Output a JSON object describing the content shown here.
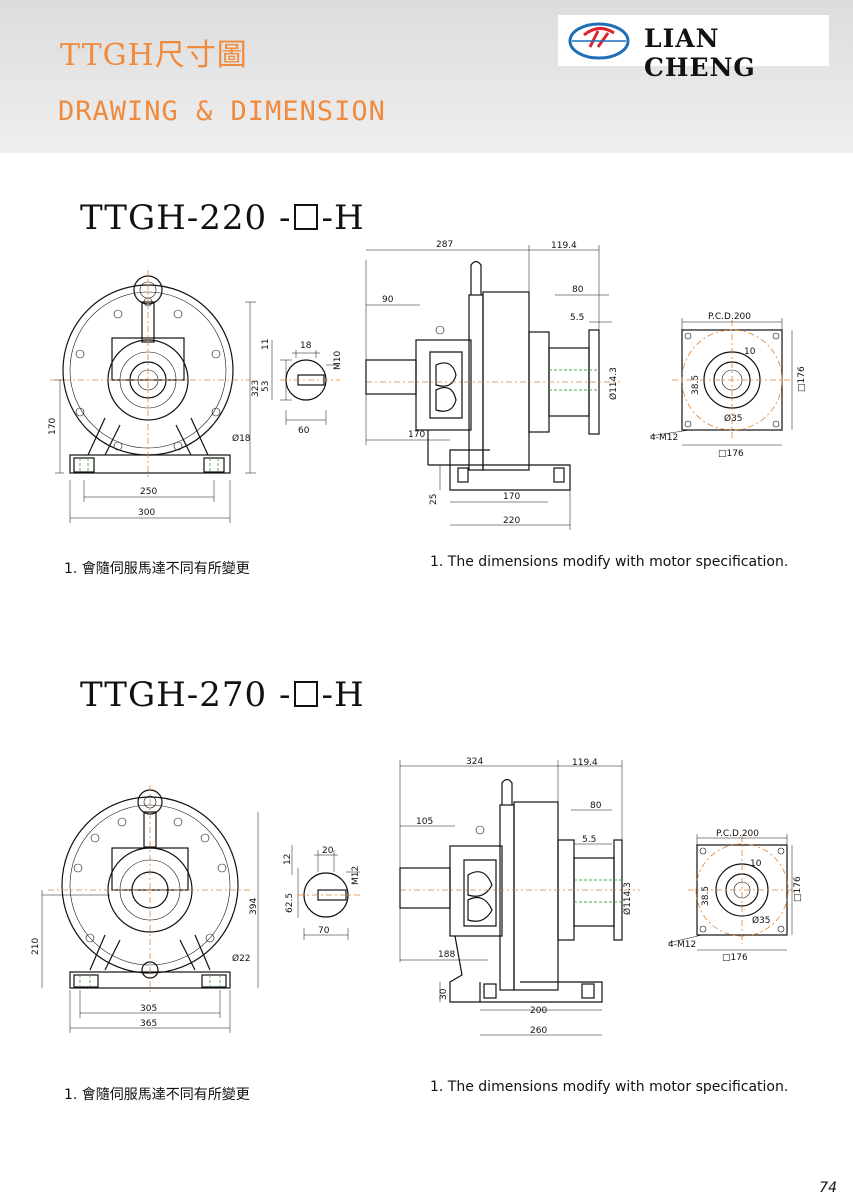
{
  "header": {
    "title_cn": "TTGH尺寸圖",
    "title_en": "DRAWING & DIMENSION",
    "brand": "LIAN CHENG"
  },
  "sections": [
    {
      "model_prefix": "TTGH-220 -",
      "model_suffix": "-H",
      "dims": {
        "front": [
          "250",
          "300",
          "170",
          "323",
          "Ø18"
        ],
        "shaft": [
          "18",
          "11",
          "M10",
          "53",
          "60"
        ],
        "side": [
          "287",
          "119.4",
          "90",
          "80",
          "5.5",
          "Ø114.3",
          "170",
          "25",
          "170",
          "220"
        ],
        "flange": [
          "P.C.D.200",
          "10",
          "38.5",
          "Ø35",
          "□176",
          "4-M12",
          "□176"
        ]
      },
      "note_cn": "1. 會隨伺服馬達不同有所變更",
      "note_en": "1. The dimensions modify with motor specification."
    },
    {
      "model_prefix": "TTGH-270 -",
      "model_suffix": "-H",
      "dims": {
        "front": [
          "305",
          "365",
          "210",
          "394",
          "Ø22"
        ],
        "shaft": [
          "20",
          "12",
          "M12",
          "62.5",
          "70"
        ],
        "side": [
          "324",
          "119.4",
          "105",
          "80",
          "5.5",
          "Ø114.3",
          "188",
          "30",
          "200",
          "260"
        ],
        "flange": [
          "P.C.D.200",
          "10",
          "38.5",
          "Ø35",
          "□176",
          "4-M12",
          "□176"
        ]
      },
      "note_cn": "1. 會隨伺服馬達不同有所變更",
      "note_en": "1. The dimensions modify with motor specification."
    }
  ],
  "page_number": "74",
  "colors": {
    "accent": "#f08a3c",
    "centerline": "#e0812e",
    "hidden": "#3fae49",
    "logo_red": "#d9262c",
    "logo_blue": "#1f6fb8"
  }
}
